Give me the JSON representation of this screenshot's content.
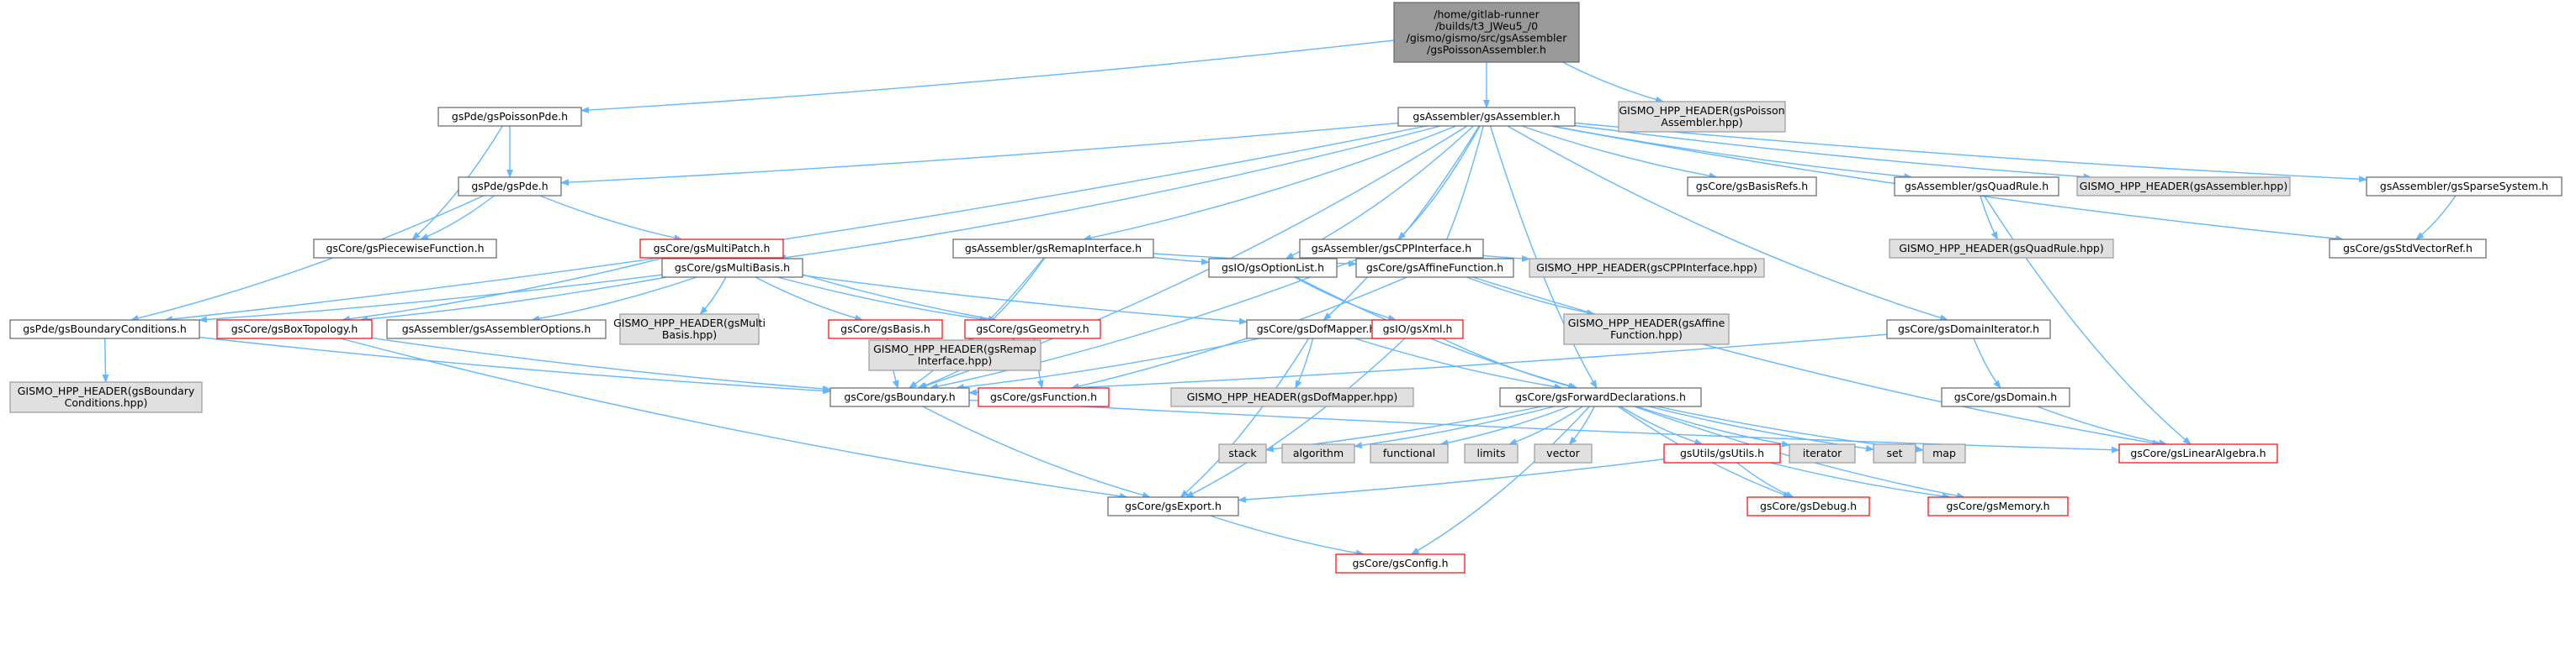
{
  "diagram": {
    "type": "include-dependency-graph",
    "colors": {
      "edge": "#63b8ff",
      "root_fill": "#999999",
      "root_border": "#666666",
      "normal_fill": "#ffffff",
      "normal_border": "#666666",
      "missing_fill": "#e0e0e0",
      "missing_border": "#999999",
      "truncated_border": "#ff0000",
      "text": "#000000"
    },
    "nodes": [
      {
        "id": "root",
        "kind": "root",
        "lines": [
          "/home/gitlab-runner",
          "/builds/t3_JWeu5_/0",
          "/gismo/gismo/src/gsAssembler",
          "/gsPoissonAssembler.h"
        ]
      },
      {
        "id": "poissonpde",
        "kind": "normal",
        "lines": [
          "gsPde/gsPoissonPde.h"
        ]
      },
      {
        "id": "assembler",
        "kind": "normal",
        "lines": [
          "gsAssembler/gsAssembler.h"
        ]
      },
      {
        "id": "hpp_poisson",
        "kind": "missing",
        "lines": [
          "GISMO_HPP_HEADER(gsPoisson",
          "Assembler.hpp)"
        ]
      },
      {
        "id": "pde",
        "kind": "normal",
        "lines": [
          "gsPde/gsPde.h"
        ]
      },
      {
        "id": "piecewise",
        "kind": "normal",
        "lines": [
          "gsCore/gsPiecewiseFunction.h"
        ]
      },
      {
        "id": "multipatch",
        "kind": "truncated",
        "lines": [
          "gsCore/gsMultiPatch.h"
        ]
      },
      {
        "id": "remap",
        "kind": "normal",
        "lines": [
          "gsAssembler/gsRemapInterface.h"
        ]
      },
      {
        "id": "cpp",
        "kind": "normal",
        "lines": [
          "gsAssembler/gsCPPInterface.h"
        ]
      },
      {
        "id": "basisrefs",
        "kind": "normal",
        "lines": [
          "gsCore/gsBasisRefs.h"
        ]
      },
      {
        "id": "quadrule",
        "kind": "normal",
        "lines": [
          "gsAssembler/gsQuadRule.h"
        ]
      },
      {
        "id": "hpp_assembler",
        "kind": "missing",
        "lines": [
          "GISMO_HPP_HEADER(gsAssembler.hpp)"
        ]
      },
      {
        "id": "sparsesystem",
        "kind": "normal",
        "lines": [
          "gsAssembler/gsSparseSystem.h"
        ]
      },
      {
        "id": "hpp_quadrule",
        "kind": "missing",
        "lines": [
          "GISMO_HPP_HEADER(gsQuadRule.hpp)"
        ]
      },
      {
        "id": "stdvectorref",
        "kind": "normal",
        "lines": [
          "gsCore/gsStdVectorRef.h"
        ]
      },
      {
        "id": "multibasis",
        "kind": "normal",
        "lines": [
          "gsCore/gsMultiBasis.h"
        ]
      },
      {
        "id": "hpp_remap",
        "kind": "missing",
        "lines": [
          "GISMO_HPP_HEADER(gsRemap",
          "Interface.hpp)"
        ]
      },
      {
        "id": "optionlist",
        "kind": "normal",
        "lines": [
          "gsIO/gsOptionList.h"
        ]
      },
      {
        "id": "affine",
        "kind": "normal",
        "lines": [
          "gsCore/gsAffineFunction.h"
        ]
      },
      {
        "id": "hpp_cpp",
        "kind": "missing",
        "lines": [
          "GISMO_HPP_HEADER(gsCPPInterface.hpp)"
        ]
      },
      {
        "id": "boundarycond",
        "kind": "normal",
        "lines": [
          "gsPde/gsBoundaryConditions.h"
        ]
      },
      {
        "id": "boxtopology",
        "kind": "truncated",
        "lines": [
          "gsCore/gsBoxTopology.h"
        ]
      },
      {
        "id": "assembleroptions",
        "kind": "normal",
        "lines": [
          "gsAssembler/gsAssemblerOptions.h"
        ]
      },
      {
        "id": "hpp_multibasis",
        "kind": "missing",
        "lines": [
          "GISMO_HPP_HEADER(gsMulti",
          "Basis.hpp)"
        ]
      },
      {
        "id": "basis",
        "kind": "truncated",
        "lines": [
          "gsCore/gsBasis.h"
        ]
      },
      {
        "id": "geometry",
        "kind": "truncated",
        "lines": [
          "gsCore/gsGeometry.h"
        ]
      },
      {
        "id": "dofmapper",
        "kind": "normal",
        "lines": [
          "gsCore/gsDofMapper.h"
        ]
      },
      {
        "id": "xml",
        "kind": "truncated",
        "lines": [
          "gsIO/gsXml.h"
        ]
      },
      {
        "id": "hpp_affine",
        "kind": "missing",
        "lines": [
          "GISMO_HPP_HEADER(gsAffine",
          "Function.hpp)"
        ]
      },
      {
        "id": "domainiterator",
        "kind": "normal",
        "lines": [
          "gsCore/gsDomainIterator.h"
        ]
      },
      {
        "id": "hpp_boundarycond",
        "kind": "missing",
        "lines": [
          "GISMO_HPP_HEADER(gsBoundary",
          "Conditions.hpp)"
        ]
      },
      {
        "id": "boundary",
        "kind": "normal",
        "lines": [
          "gsCore/gsBoundary.h"
        ]
      },
      {
        "id": "function",
        "kind": "truncated",
        "lines": [
          "gsCore/gsFunction.h"
        ]
      },
      {
        "id": "hpp_dofmapper",
        "kind": "missing",
        "lines": [
          "GISMO_HPP_HEADER(gsDofMapper.hpp)"
        ]
      },
      {
        "id": "forward",
        "kind": "normal",
        "lines": [
          "gsCore/gsForwardDeclarations.h"
        ]
      },
      {
        "id": "domain",
        "kind": "normal",
        "lines": [
          "gsCore/gsDomain.h"
        ]
      },
      {
        "id": "stack",
        "kind": "missing",
        "lines": [
          "stack"
        ]
      },
      {
        "id": "algorithm",
        "kind": "missing",
        "lines": [
          "algorithm"
        ]
      },
      {
        "id": "functional",
        "kind": "missing",
        "lines": [
          "functional"
        ]
      },
      {
        "id": "limits",
        "kind": "missing",
        "lines": [
          "limits"
        ]
      },
      {
        "id": "vector",
        "kind": "missing",
        "lines": [
          "vector"
        ]
      },
      {
        "id": "utils",
        "kind": "truncated",
        "lines": [
          "gsUtils/gsUtils.h"
        ]
      },
      {
        "id": "iterator",
        "kind": "missing",
        "lines": [
          "iterator"
        ]
      },
      {
        "id": "set",
        "kind": "missing",
        "lines": [
          "set"
        ]
      },
      {
        "id": "map",
        "kind": "missing",
        "lines": [
          "map"
        ]
      },
      {
        "id": "linearalgebra",
        "kind": "truncated",
        "lines": [
          "gsCore/gsLinearAlgebra.h"
        ]
      },
      {
        "id": "export",
        "kind": "normal",
        "lines": [
          "gsCore/gsExport.h"
        ]
      },
      {
        "id": "debug",
        "kind": "truncated",
        "lines": [
          "gsCore/gsDebug.h"
        ]
      },
      {
        "id": "memory",
        "kind": "truncated",
        "lines": [
          "gsCore/gsMemory.h"
        ]
      },
      {
        "id": "config",
        "kind": "truncated",
        "lines": [
          "gsCore/gsConfig.h"
        ]
      }
    ],
    "edges": [
      [
        "root",
        "poissonpde"
      ],
      [
        "root",
        "assembler"
      ],
      [
        "root",
        "hpp_poisson"
      ],
      [
        "poissonpde",
        "pde"
      ],
      [
        "poissonpde",
        "piecewise"
      ],
      [
        "pde",
        "piecewise"
      ],
      [
        "pde",
        "multipatch"
      ],
      [
        "pde",
        "boundarycond"
      ],
      [
        "assembler",
        "pde"
      ],
      [
        "assembler",
        "boundarycond"
      ],
      [
        "assembler",
        "multibasis"
      ],
      [
        "assembler",
        "remap"
      ],
      [
        "assembler",
        "cpp"
      ],
      [
        "assembler",
        "optionlist"
      ],
      [
        "assembler",
        "affine"
      ],
      [
        "assembler",
        "boundary"
      ],
      [
        "assembler",
        "dofmapper"
      ],
      [
        "assembler",
        "forward"
      ],
      [
        "assembler",
        "basisrefs"
      ],
      [
        "assembler",
        "quadrule"
      ],
      [
        "assembler",
        "hpp_assembler"
      ],
      [
        "assembler",
        "sparsesystem"
      ],
      [
        "assembler",
        "stdvectorref"
      ],
      [
        "assembler",
        "domainiterator"
      ],
      [
        "multipatch",
        "multibasis"
      ],
      [
        "multipatch",
        "geometry"
      ],
      [
        "multipatch",
        "boxtopology"
      ],
      [
        "remap",
        "hpp_remap"
      ],
      [
        "remap",
        "optionlist"
      ],
      [
        "remap",
        "affine"
      ],
      [
        "remap",
        "boundary"
      ],
      [
        "cpp",
        "optionlist"
      ],
      [
        "cpp",
        "affine"
      ],
      [
        "cpp",
        "hpp_cpp"
      ],
      [
        "cpp",
        "boundary"
      ],
      [
        "quadrule",
        "hpp_quadrule"
      ],
      [
        "quadrule",
        "linearalgebra"
      ],
      [
        "sparsesystem",
        "stdvectorref"
      ],
      [
        "multibasis",
        "boundarycond"
      ],
      [
        "multibasis",
        "boxtopology"
      ],
      [
        "multibasis",
        "assembleroptions"
      ],
      [
        "multibasis",
        "hpp_multibasis"
      ],
      [
        "multibasis",
        "basis"
      ],
      [
        "multibasis",
        "geometry"
      ],
      [
        "multibasis",
        "dofmapper"
      ],
      [
        "optionlist",
        "xml"
      ],
      [
        "optionlist",
        "forward"
      ],
      [
        "affine",
        "hpp_affine"
      ],
      [
        "affine",
        "function"
      ],
      [
        "affine",
        "linearalgebra"
      ],
      [
        "boundarycond",
        "hpp_boundarycond"
      ],
      [
        "boundarycond",
        "boundary"
      ],
      [
        "boxtopology",
        "boundary"
      ],
      [
        "boxtopology",
        "export"
      ],
      [
        "basis",
        "boundary"
      ],
      [
        "geometry",
        "boundary"
      ],
      [
        "geometry",
        "function"
      ],
      [
        "dofmapper",
        "boundary"
      ],
      [
        "dofmapper",
        "hpp_dofmapper"
      ],
      [
        "dofmapper",
        "forward"
      ],
      [
        "dofmapper",
        "export"
      ],
      [
        "xml",
        "forward"
      ],
      [
        "xml",
        "export"
      ],
      [
        "domainiterator",
        "boundary"
      ],
      [
        "domainiterator",
        "domain"
      ],
      [
        "domain",
        "linearalgebra"
      ],
      [
        "boundary",
        "export"
      ],
      [
        "boundary",
        "linearalgebra"
      ],
      [
        "forward",
        "stack"
      ],
      [
        "forward",
        "algorithm"
      ],
      [
        "forward",
        "functional"
      ],
      [
        "forward",
        "limits"
      ],
      [
        "forward",
        "vector"
      ],
      [
        "forward",
        "utils"
      ],
      [
        "forward",
        "iterator"
      ],
      [
        "forward",
        "set"
      ],
      [
        "forward",
        "map"
      ],
      [
        "forward",
        "debug"
      ],
      [
        "forward",
        "memory"
      ],
      [
        "forward",
        "config"
      ],
      [
        "utils",
        "export"
      ],
      [
        "utils",
        "debug"
      ],
      [
        "utils",
        "memory"
      ],
      [
        "export",
        "config"
      ]
    ]
  }
}
